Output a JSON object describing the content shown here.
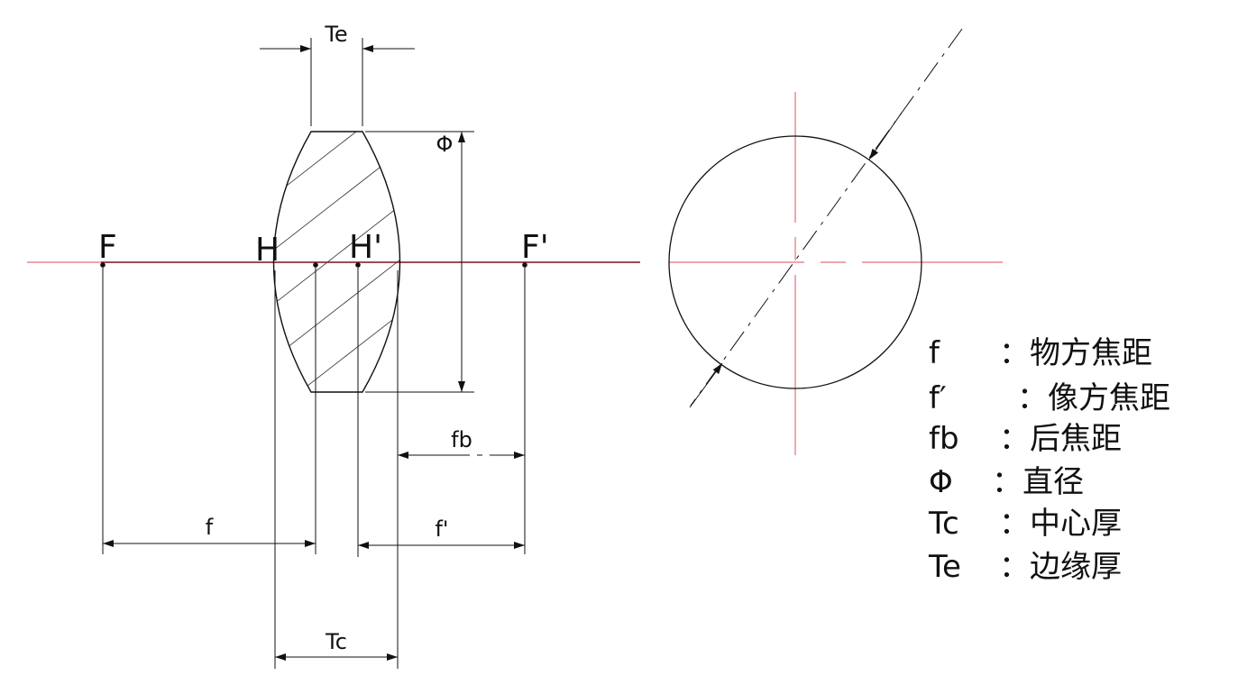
{
  "colors": {
    "ink": "#111111",
    "axis_light": "#e0707a",
    "axis_dark": "#7a1020",
    "center_line": "#e0707a"
  },
  "points": {
    "F": "F",
    "H": "H",
    "H_prime": "H'",
    "F_prime": "F'"
  },
  "dimensions": {
    "Te": "Te",
    "Tc": "Tc",
    "f": "f",
    "f_prime": "f'",
    "fb": "fb",
    "phi": "Φ"
  },
  "legend": [
    {
      "symbol": "f",
      "desc": "：物方焦距"
    },
    {
      "symbol": "f′",
      "desc": "：像方焦距"
    },
    {
      "symbol": "fb",
      "desc": "：后焦距"
    },
    {
      "symbol": "Φ",
      "desc": "：直径"
    },
    {
      "symbol": "Tc",
      "desc": "：中心厚"
    },
    {
      "symbol": "Te",
      "desc": "：边缘厚"
    }
  ]
}
